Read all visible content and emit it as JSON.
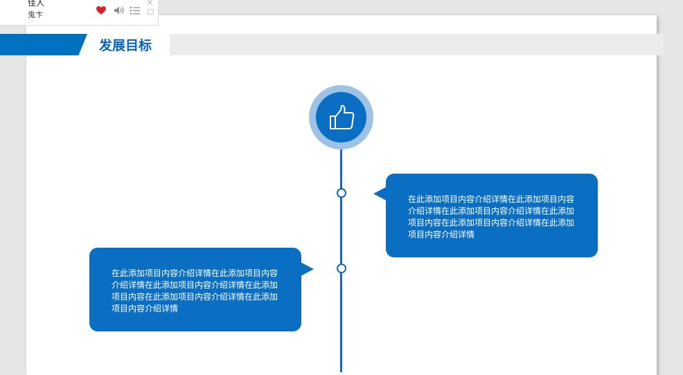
{
  "slide": {
    "title": "发展目标",
    "icon": "thumbs-up-icon",
    "items": [
      {
        "text": "在此添加项目内容介绍详情在此添加项目内容介绍详情在此添加项目内容介绍详情在此添加项目内容在此添加项目内容介绍详情在此添加项目内容介绍详情"
      },
      {
        "text": "在此添加项目内容介绍详情在此添加项目内容介绍详情在此添加项目内容介绍详情在此添加项目内容在此添加项目内容介绍详情在此添加项目内容介绍详情"
      }
    ]
  },
  "player": {
    "song_title": "佳人",
    "artist": "鬼卞",
    "icons": [
      "heart-icon",
      "volume-icon",
      "playlist-icon",
      "close-icon",
      "minimize-icon"
    ]
  },
  "colors": {
    "accent": "#0a6fc2",
    "header_blue": "#0070c0",
    "title_blue": "#0a63b5",
    "ring": "#9cc3e6",
    "header_bar": "#ececec",
    "heart": "#d6262b"
  }
}
